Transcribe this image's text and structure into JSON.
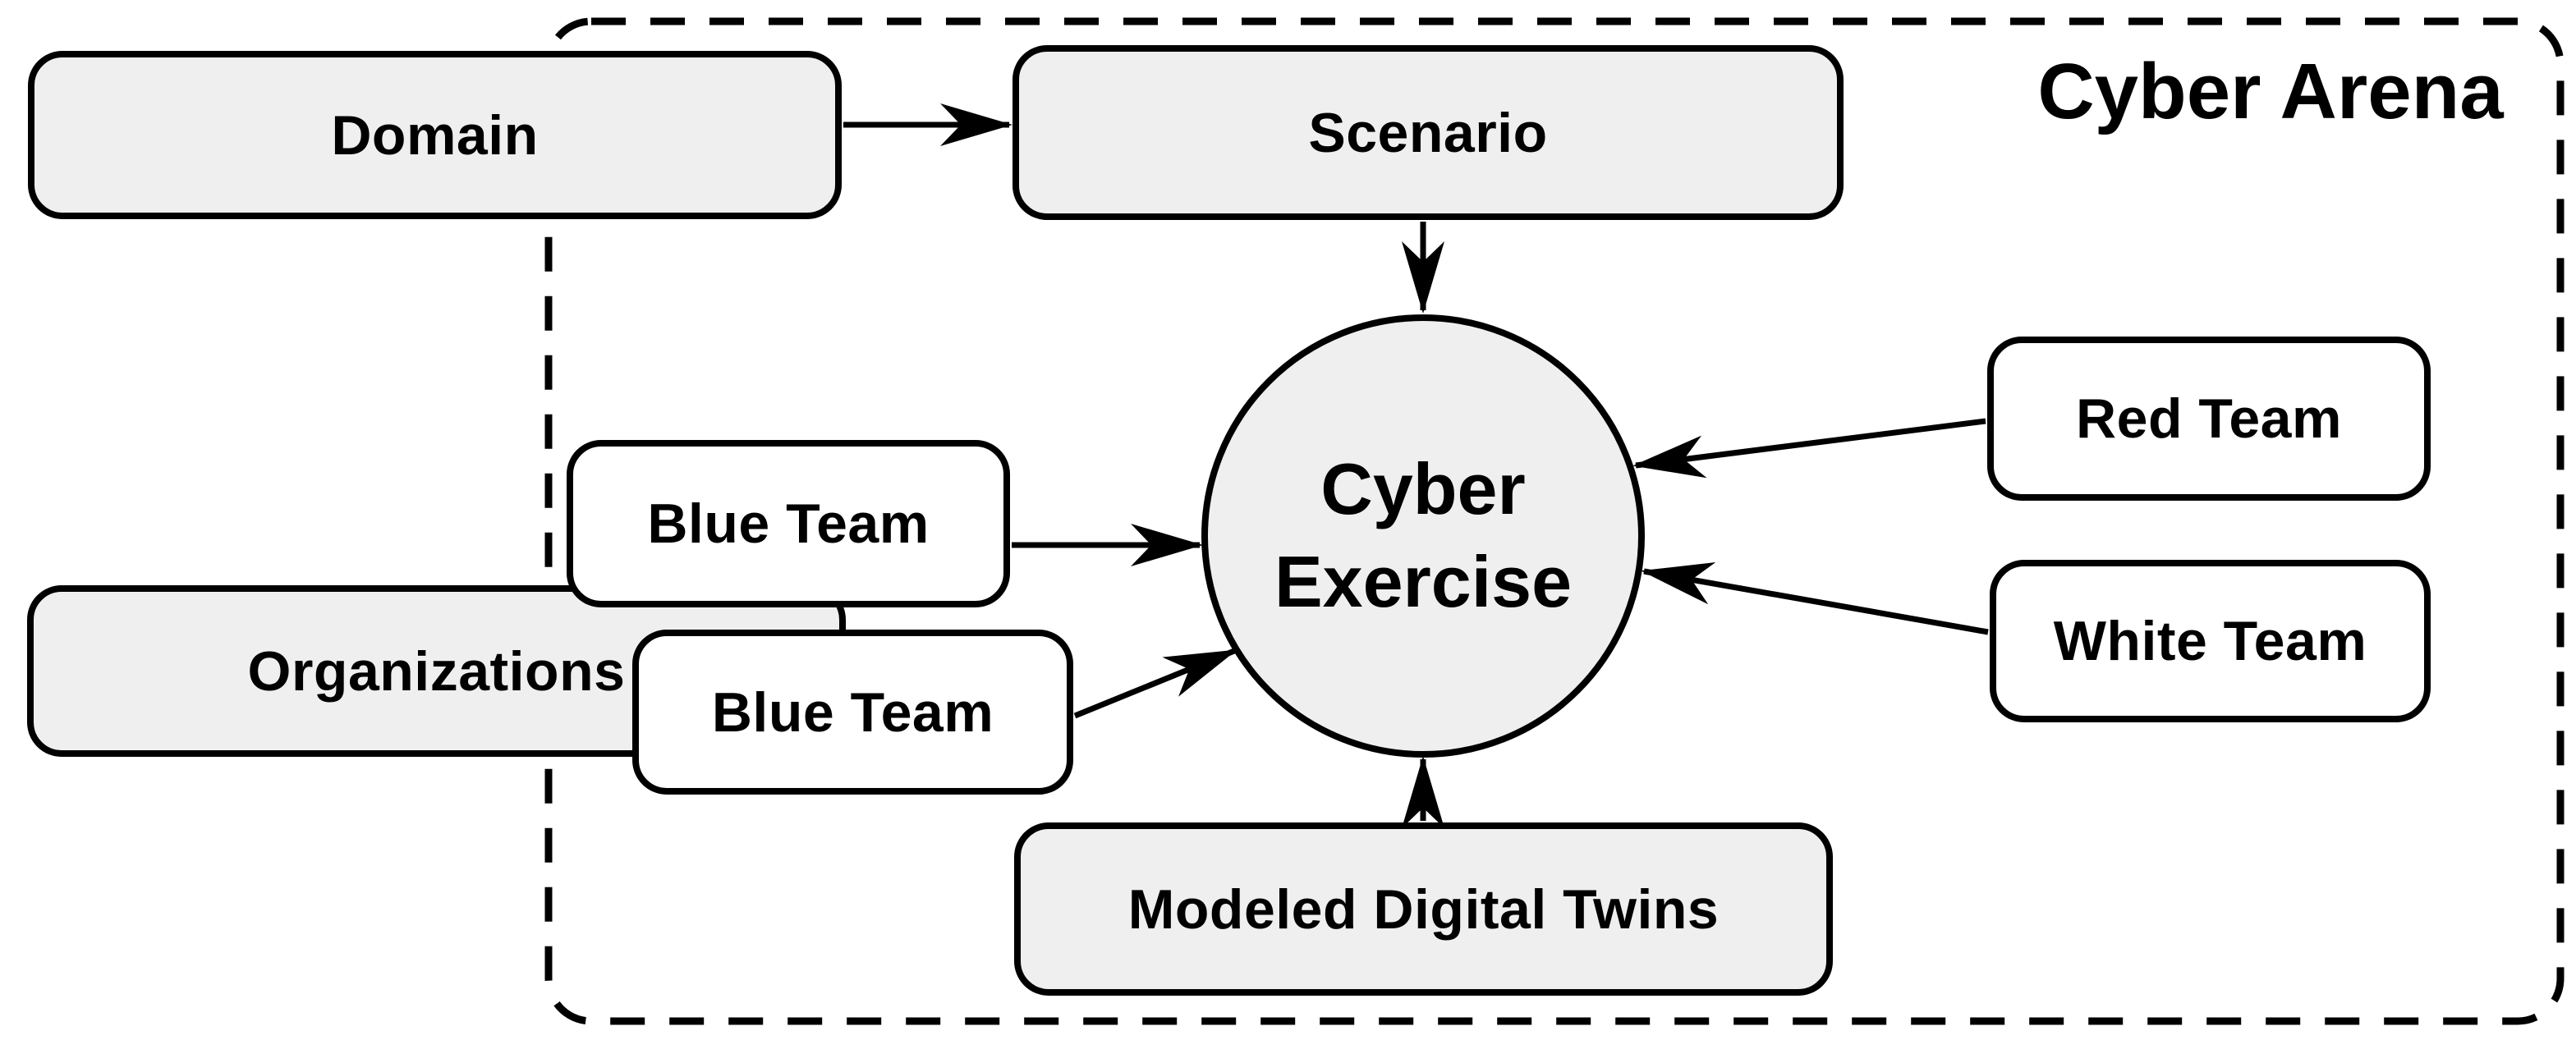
{
  "arena": {
    "title": "Cyber Arena",
    "boundary_style": "dashed-rounded-rectangle",
    "border_color": "#000000",
    "background_color": "#ffffff"
  },
  "colors": {
    "shaded_node_fill": "#efefef",
    "plain_node_fill": "#ffffff",
    "stroke": "#000000"
  },
  "nodes": {
    "domain": {
      "label": "Domain",
      "fill": "#efefef",
      "inside_arena": false
    },
    "scenario": {
      "label": "Scenario",
      "fill": "#efefef",
      "inside_arena": true
    },
    "blue_team_1": {
      "label": "Blue Team",
      "fill": "#ffffff",
      "inside_arena": true
    },
    "blue_team_2": {
      "label": "Blue Team",
      "fill": "#ffffff",
      "inside_arena": true
    },
    "organizations": {
      "label": "Organizations",
      "fill": "#efefef",
      "inside_arena": false
    },
    "red_team": {
      "label": "Red Team",
      "fill": "#ffffff",
      "inside_arena": true
    },
    "white_team": {
      "label": "White Team",
      "fill": "#ffffff",
      "inside_arena": true
    },
    "modeled_digital_twins": {
      "label": "Modeled Digital Twins",
      "fill": "#efefef",
      "inside_arena": true
    },
    "cyber_exercise": {
      "line1": "Cyber",
      "line2": "Exercise",
      "shape": "circle",
      "fill": "#efefef"
    }
  },
  "connections": [
    {
      "from": "Domain",
      "to": "Scenario",
      "type": "arrow"
    },
    {
      "from": "Scenario",
      "to": "Cyber Exercise",
      "type": "arrow"
    },
    {
      "from": "Blue Team",
      "to": "Cyber Exercise",
      "type": "arrow"
    },
    {
      "from": "Blue Team",
      "to": "Cyber Exercise",
      "type": "arrow"
    },
    {
      "from": "Red Team",
      "to": "Cyber Exercise",
      "type": "arrow"
    },
    {
      "from": "White Team",
      "to": "Cyber Exercise",
      "type": "arrow"
    },
    {
      "from": "Modeled Digital Twins",
      "to": "Cyber Exercise",
      "type": "arrow"
    },
    {
      "from": "Organizations",
      "to": "Blue Team",
      "type": "attached"
    }
  ]
}
